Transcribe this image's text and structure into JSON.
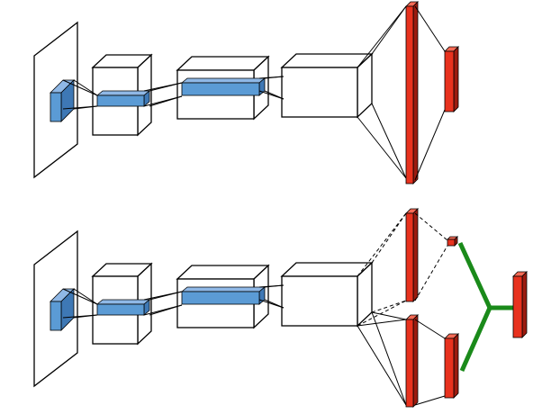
{
  "diagram": {
    "colors": {
      "stroke": "#000000",
      "cube_face": "#ffffff",
      "kernel_fill": "#5b9bd5",
      "kernel_top": "#8fb8e6",
      "kernel_side": "#3e78b5",
      "fc_front": "#e8321e",
      "fc_side": "#9c1b0f",
      "fc_top": "#f56a55",
      "tree": "#1a8a1a"
    },
    "rows": [
      {
        "id": "top",
        "variant": "single-head"
      },
      {
        "id": "bottom",
        "variant": "two-head-merge"
      }
    ]
  }
}
